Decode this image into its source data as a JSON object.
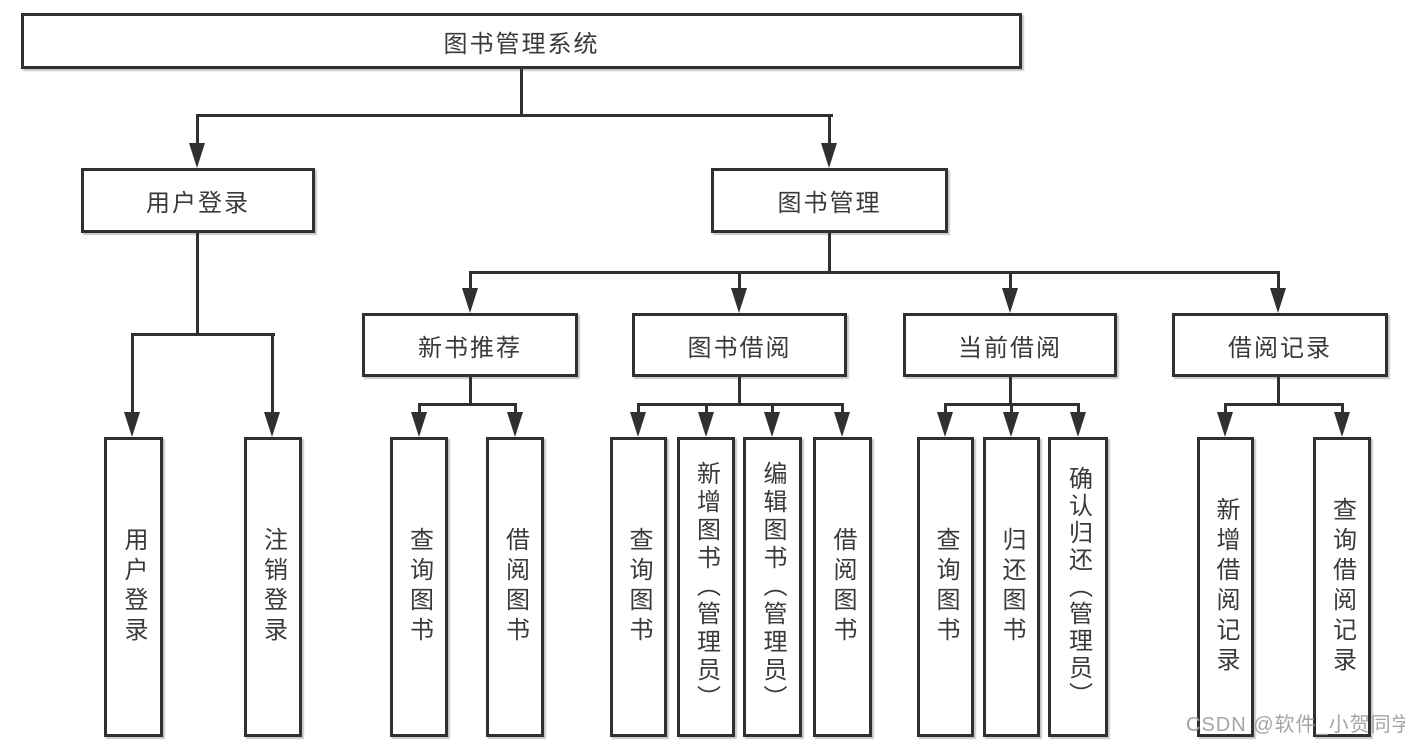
{
  "diagram": {
    "root": {
      "label": "图书管理系统"
    },
    "level2": [
      {
        "label": "用户登录"
      },
      {
        "label": "图书管理"
      }
    ],
    "sections": [
      {
        "label": "新书推荐"
      },
      {
        "label": "图书借阅"
      },
      {
        "label": "当前借阅"
      },
      {
        "label": "借阅记录"
      }
    ],
    "leaves": [
      {
        "label": "用户登录"
      },
      {
        "label": "注销登录"
      },
      {
        "label": "查询图书"
      },
      {
        "label": "借阅图书"
      },
      {
        "label": "查询图书"
      },
      {
        "label": "新增图书（管理员）"
      },
      {
        "label": "编辑图书（管理员）"
      },
      {
        "label": "借阅图书"
      },
      {
        "label": "查询图书"
      },
      {
        "label": "归还图书"
      },
      {
        "label": "确认归还（管理员）"
      },
      {
        "label": "新增借阅记录"
      },
      {
        "label": "查询借阅记录"
      }
    ]
  },
  "watermark": {
    "text": "CSDN @软件_小贺同学"
  },
  "colors": {
    "line": "#303030",
    "box_border": "#303030",
    "text": "#3a3a3a",
    "background": "#ffffff",
    "watermark": "#a5a5a5"
  }
}
